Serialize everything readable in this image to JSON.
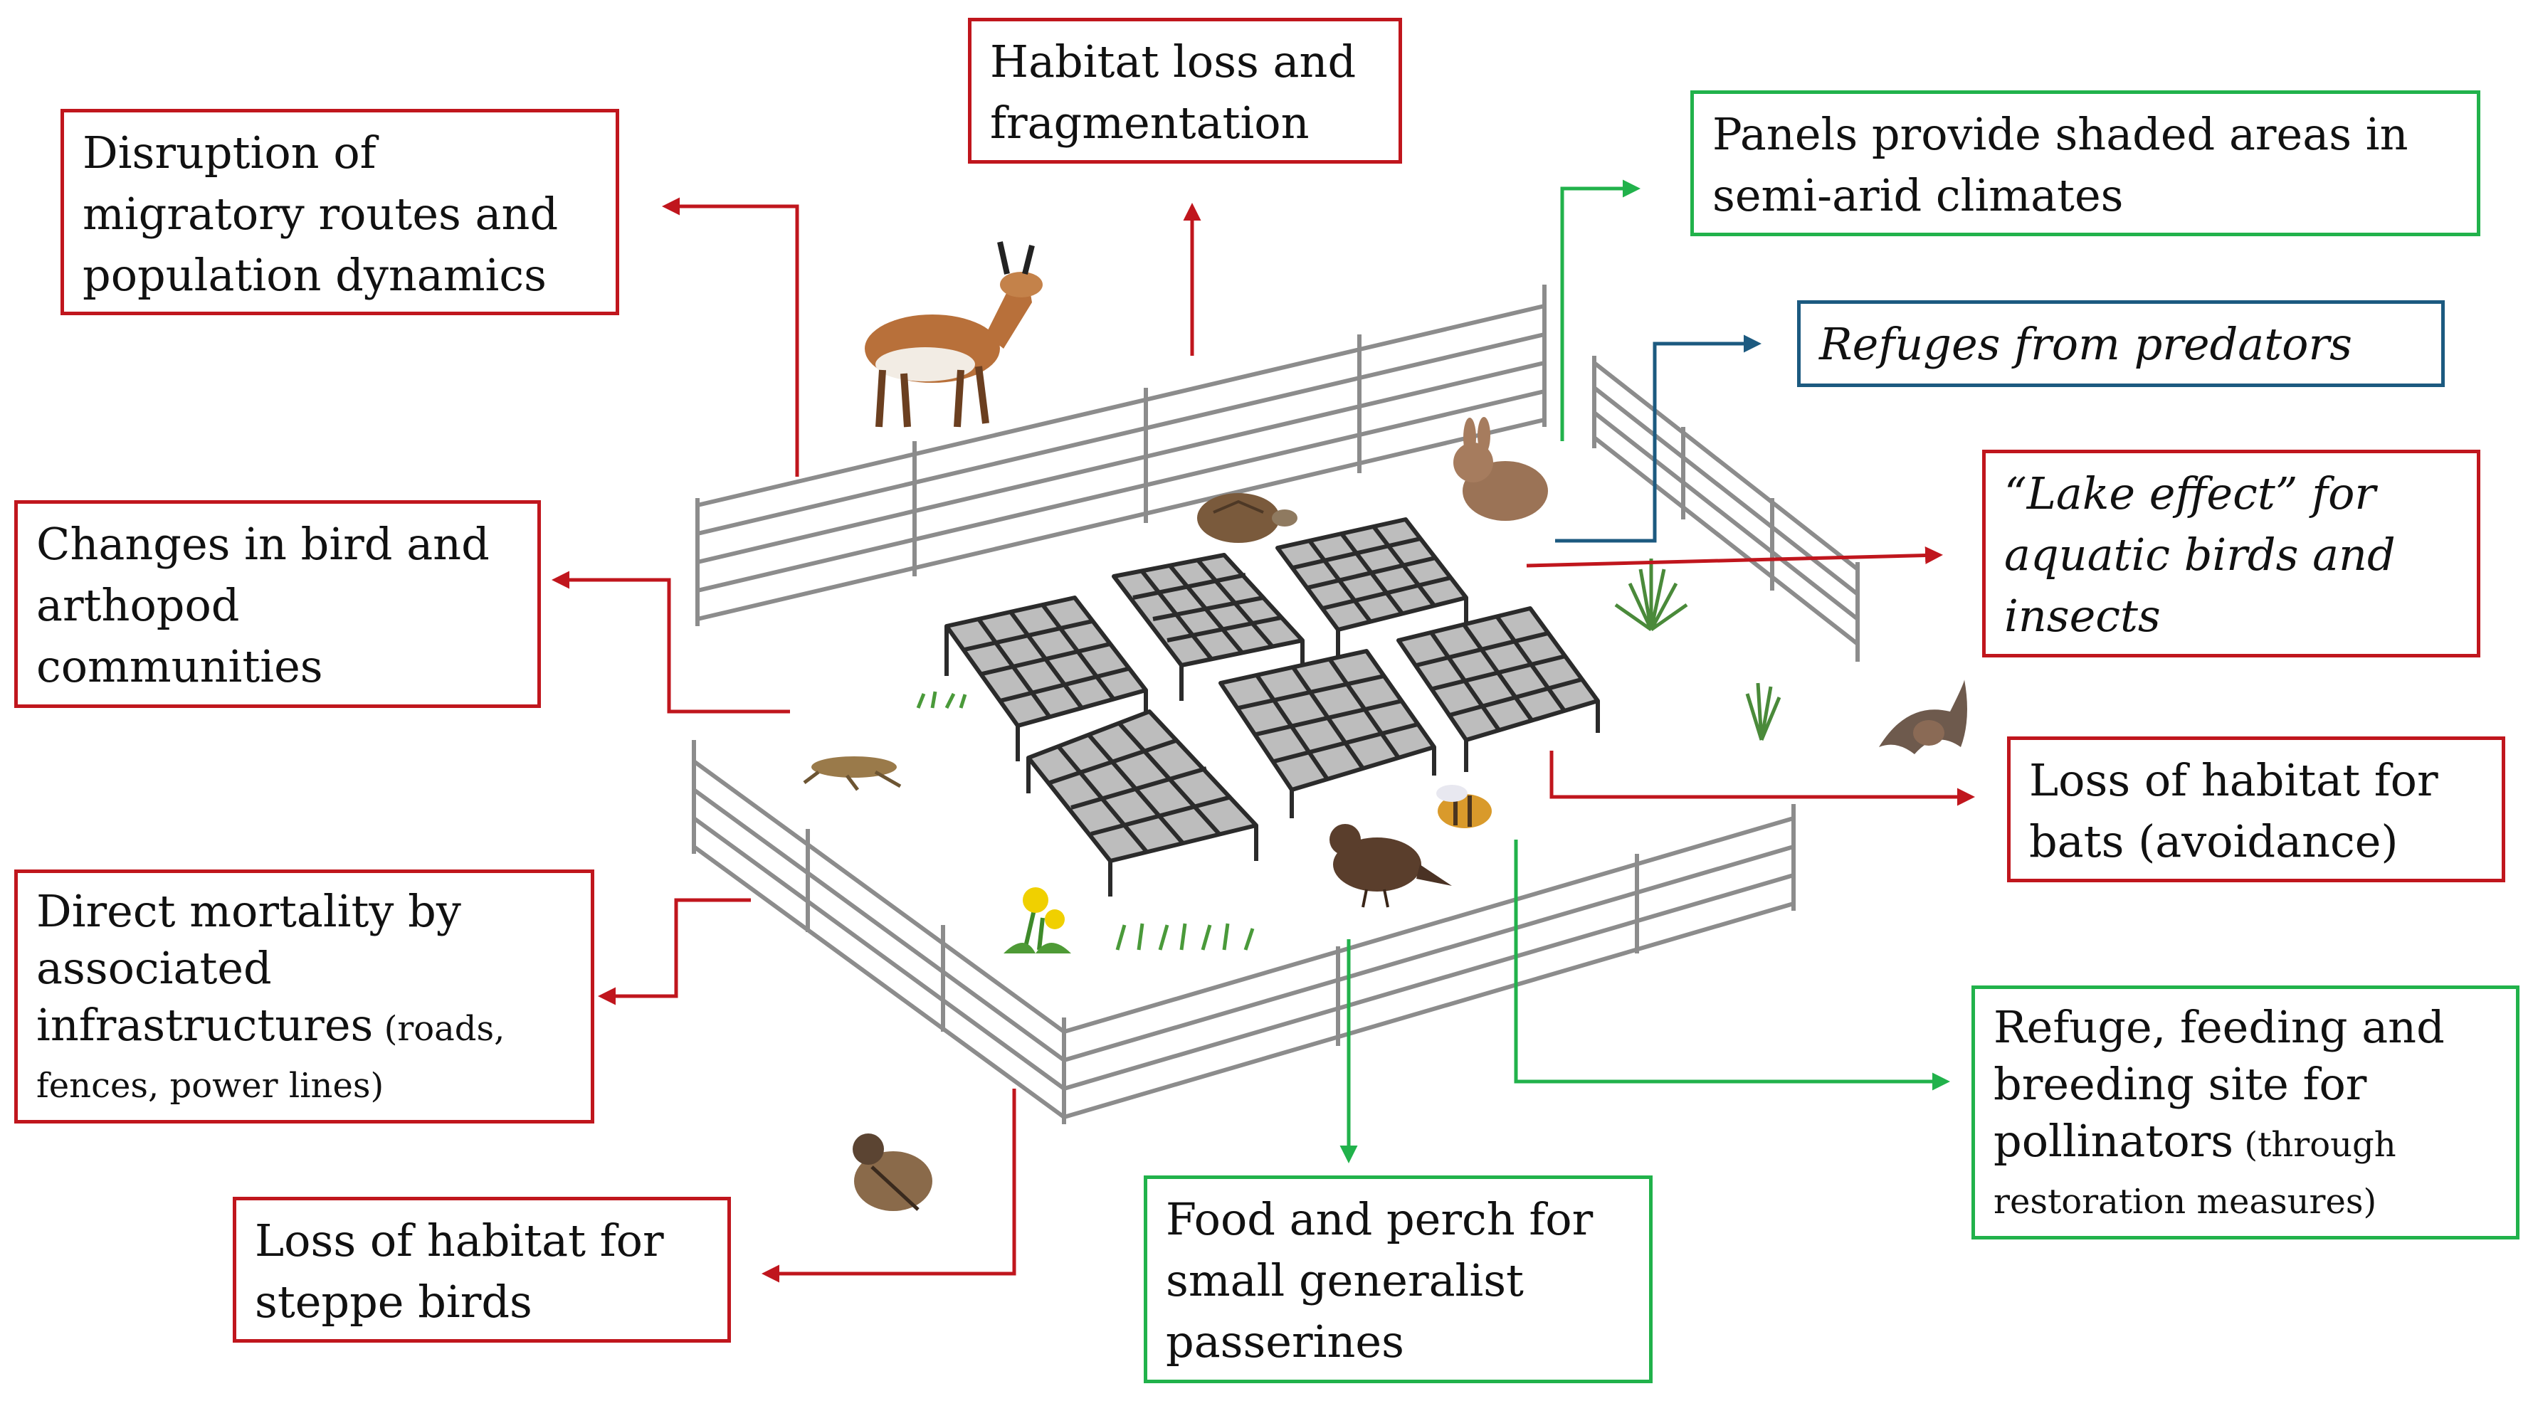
{
  "colors": {
    "negative": "#c0161d",
    "positive": "#21b24b",
    "neutral": "#1c5a80",
    "fence": "#8c8c8c",
    "panel": "#bdbdbd"
  },
  "boxes": {
    "habitat_loss": {
      "lines": [
        "Habitat loss and",
        "fragmentation"
      ]
    },
    "migratory": {
      "lines": [
        "Disruption of",
        "migratory routes and",
        "population dynamics"
      ]
    },
    "shade": {
      "lines": [
        "Panels provide shaded areas in",
        "semi-arid climates"
      ]
    },
    "refuges": {
      "lines": [
        "Refuges from predators"
      ]
    },
    "lake_effect": {
      "lines": [
        "“Lake effect” for",
        "aquatic birds and",
        "insects"
      ]
    },
    "bird_arthropod": {
      "lines": [
        "Changes in bird and",
        "arthopod",
        "communities"
      ]
    },
    "bats": {
      "lines": [
        "Loss of habitat for",
        "bats (avoidance)"
      ]
    },
    "mortality": {
      "lines": [
        "Direct mortality by",
        "associated"
      ],
      "line3_main": "infrastructures",
      "line3_small": " (roads,",
      "line4_small": "fences, power lines)"
    },
    "pollinators": {
      "lines": [
        "Refuge, feeding and",
        "breeding site for"
      ],
      "line3_main": "pollinators",
      "line3_small": " (through",
      "line4_small": "restoration measures)"
    },
    "steppe": {
      "lines": [
        "Loss of habitat for",
        "steppe birds"
      ]
    },
    "passerines": {
      "lines": [
        "Food and perch for",
        "small generalist",
        "passerines"
      ]
    }
  },
  "icons": [
    "pronghorn-icon",
    "rabbit-icon",
    "tortoise-icon",
    "grasshopper-icon",
    "bat-icon",
    "bee-icon",
    "blackbird-icon",
    "quail-icon",
    "dandelion-icon",
    "grass-icon",
    "shrub-icon"
  ]
}
